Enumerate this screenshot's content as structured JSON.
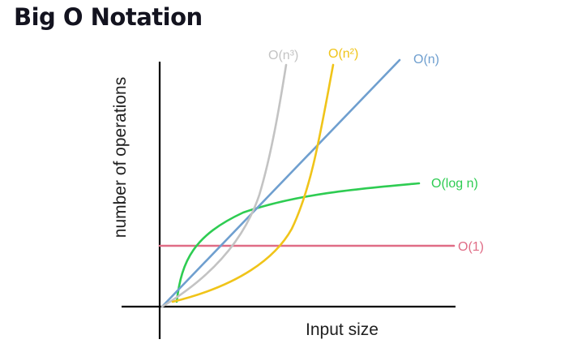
{
  "header": {
    "title": "Big O Notation"
  },
  "chart_data": {
    "type": "line",
    "xlabel": "Input size",
    "ylabel": "number of operations",
    "grid": false,
    "legend": "inline labels at line ends",
    "ticks": false,
    "series": [
      {
        "name": "O(n³)",
        "color": "#c3c3c3",
        "shape": "cubic"
      },
      {
        "name": "O(n²)",
        "color": "#f0c419",
        "shape": "quadratic"
      },
      {
        "name": "O(n)",
        "color": "#6f9fcf",
        "shape": "linear"
      },
      {
        "name": "O(log n)",
        "color": "#2ecc52",
        "shape": "logarithmic"
      },
      {
        "name": "O(1)",
        "color": "#e06c86",
        "shape": "constant"
      }
    ]
  }
}
